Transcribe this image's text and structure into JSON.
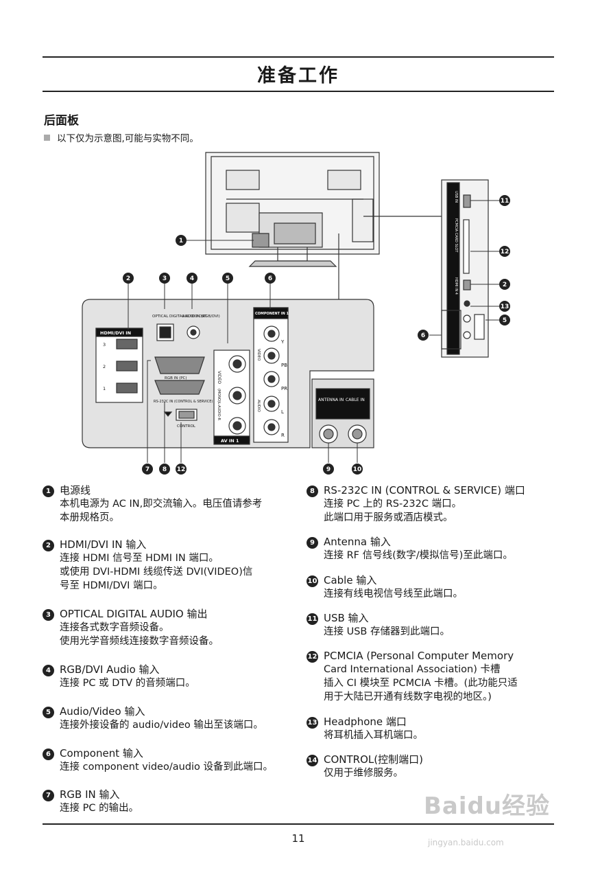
{
  "header": {
    "title": "准备工作"
  },
  "section": {
    "title": "后面板",
    "note": "以下仅为示意图,可能与实物不同。"
  },
  "figure": {
    "hdmi_panel_label": "HDMI/DVI IN",
    "hdmi_ports": [
      "3",
      "2",
      "1"
    ],
    "optical_label": "OPTICAL DIGITAL AUDIO OUT",
    "audio_in_label": "AUDIO IN (RGB/DVI)",
    "rgb_in_label": "RGB IN (PC)",
    "rs232_label": "RS-232C IN (CONTROL & SERVICE)",
    "control_label": "CONTROL",
    "video_label": "VIDEO",
    "mono_audio_label": "(MONO)L-AUDIO-R",
    "av_in_label": "AV IN 1",
    "component_label": "COMPONENT IN 1",
    "component_video_label": "VIDEO",
    "component_audio_label": "AUDIO",
    "y_label": "Y",
    "pb_label": "PB",
    "pr_label": "PR",
    "l_label": "L",
    "r_label": "R",
    "antenna_label": "ANTENNA IN",
    "cable_label": "CABLE IN",
    "side_usb_label": "USB IN",
    "side_pcmcia_label": "PCMCIA CARD SLOT",
    "side_hdmi_label": "HDMI IN 4",
    "callouts": [
      "1",
      "2",
      "3",
      "4",
      "5",
      "6",
      "7",
      "8",
      "9",
      "10",
      "11",
      "12",
      "13"
    ]
  },
  "items_left": [
    {
      "num": "1",
      "title": "电源线",
      "desc": [
        "本机电源为 AC IN,即交流输入。电压值请参考",
        "本册规格页。"
      ]
    },
    {
      "num": "2",
      "title": "HDMI/DVI IN 输入",
      "desc": [
        "连接 HDMI 信号至 HDMI IN 端口。",
        "或使用 DVI-HDMI 线缆传送 DVI(VIDEO)信",
        "号至 HDMI/DVI 端口。"
      ]
    },
    {
      "num": "3",
      "title": "OPTICAL DIGITAL AUDIO 输出",
      "desc": [
        "连接各式数字音频设备。",
        "使用光学音频线连接数字音频设备。"
      ]
    },
    {
      "num": "4",
      "title": "RGB/DVI Audio 输入",
      "desc": [
        "连接 PC 或 DTV 的音频端口。"
      ]
    },
    {
      "num": "5",
      "title": "Audio/Video 输入",
      "desc": [
        "连接外接设备的 audio/video 输出至该端口。"
      ]
    },
    {
      "num": "6",
      "title": "Component 输入",
      "desc": [
        "连接 component video/audio 设备到此端口。"
      ]
    },
    {
      "num": "7",
      "title": "RGB IN 输入",
      "desc": [
        "连接 PC 的输出。"
      ]
    }
  ],
  "items_right": [
    {
      "num": "8",
      "title": "RS-232C IN (CONTROL & SERVICE) 端口",
      "desc": [
        "连接 PC 上的 RS-232C 端口。",
        "此端口用于服务或酒店模式。"
      ]
    },
    {
      "num": "9",
      "title": "Antenna 输入",
      "desc": [
        "连接 RF 信号线(数字/模拟信号)至此端口。"
      ]
    },
    {
      "num": "10",
      "title": "Cable 输入",
      "desc": [
        "连接有线电视信号线至此端口。"
      ]
    },
    {
      "num": "11",
      "title": "USB 输入",
      "desc": [
        "连接 USB 存储器到此端口。"
      ]
    },
    {
      "num": "12",
      "title": "PCMCIA  (Personal  Computer  Memory",
      "title2": "Card International Association) 卡槽",
      "desc": [
        "插入 CI 模块至 PCMCIA 卡槽。(此功能只适",
        "用于大陆已开通有线数字电视的地区。)"
      ]
    },
    {
      "num": "13",
      "title": "Headphone 端口",
      "desc": [
        "将耳机插入耳机端口。"
      ]
    },
    {
      "num": "14",
      "title": "CONTROL(控制端口)",
      "desc": [
        "仅用于维修服务。"
      ]
    }
  ],
  "footer": {
    "page_number": "11"
  },
  "watermark": {
    "brand": "Baidu经验",
    "url": "jingyan.baidu.com"
  }
}
